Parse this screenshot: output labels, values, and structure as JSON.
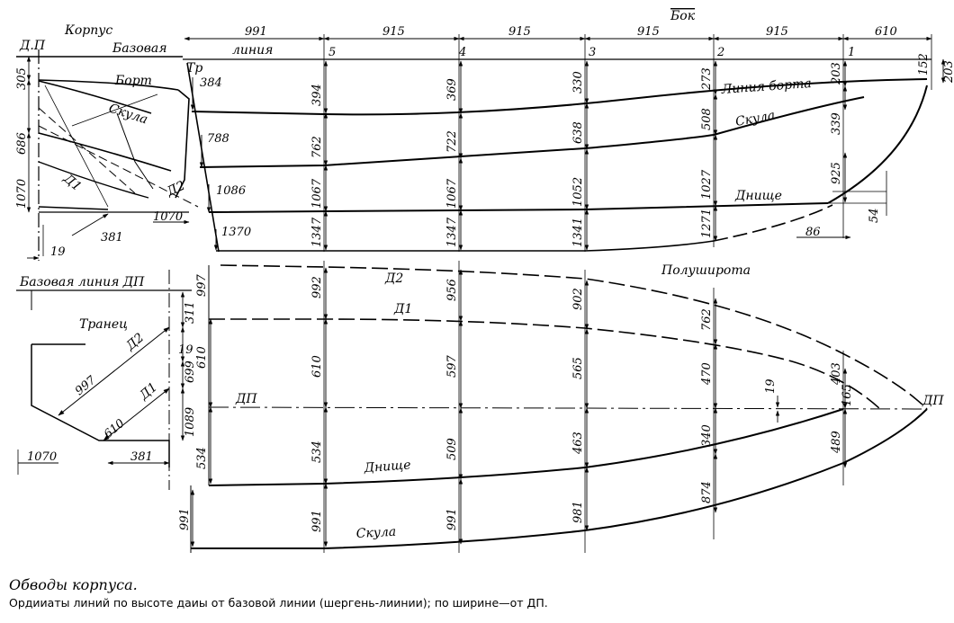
{
  "views": {
    "body_plan": {
      "title": "Корпус",
      "label_dp": "Д.П",
      "label_baseline": "Базовая",
      "labels": {
        "bort": "Борт",
        "skula": "Скула",
        "d1": "Д1",
        "d2": "Д2"
      },
      "dims": {
        "h305": "305",
        "h686": "686",
        "h1070": "1070",
        "w1070": "1070",
        "w381": "381",
        "w19": "19"
      }
    },
    "side_view": {
      "title": "Бок",
      "baseline_word": "линия",
      "label_tr": "Тр",
      "stations": [
        "5",
        "4",
        "3",
        "2",
        "1"
      ],
      "spacing_dims": [
        "991",
        "915",
        "915",
        "915",
        "915",
        "610"
      ],
      "transom_dims": [
        "384",
        "788",
        "1086",
        "1370"
      ],
      "bort_heights": [
        "394",
        "369",
        "330",
        "273",
        "203"
      ],
      "bort_stem_dims": [
        "152",
        "203"
      ],
      "skula_heights": [
        "762",
        "722",
        "638",
        "508",
        "339"
      ],
      "dnishche_heights": [
        "1067",
        "1067",
        "1052",
        "1027",
        "925"
      ],
      "keel_heights": [
        "1347",
        "1347",
        "1341",
        "1271"
      ],
      "stem_dims": [
        "86",
        "54"
      ],
      "labels": {
        "bort": "Линия борта",
        "skula": "Скула",
        "dnishche": "Днище"
      }
    },
    "transom_view": {
      "title": "Базовая  линия  ДП",
      "label_transom": "Транец",
      "labels": {
        "d1": "Д1",
        "d2": "Д2"
      },
      "dims": {
        "d2_len": "997",
        "d1_len": "610",
        "v311": "311",
        "v19": "19",
        "v699": "699",
        "v1089": "1089",
        "w381": "381",
        "w1070": "1070"
      }
    },
    "plan_view": {
      "title": "Полуширота",
      "label_dp": "ДП",
      "d2_widths": [
        "997",
        "992",
        "956",
        "902",
        "762"
      ],
      "d1_widths": [
        "610",
        "610",
        "597",
        "565",
        "470",
        "403"
      ],
      "v19": "19",
      "stem_offset": "165",
      "dnishche_widths": [
        "534",
        "534",
        "509",
        "463",
        "340",
        "489"
      ],
      "skula_widths": [
        "991",
        "991",
        "991",
        "981",
        "874"
      ],
      "labels": {
        "d2": "Д2",
        "d1": "Д1",
        "dnishche": "Днище",
        "skula": "Скула"
      }
    }
  },
  "caption": {
    "title": "Обводы корпуса.",
    "note": "Ордииаты линий по высоте даиы от базовой линии (шергень-лиинии); по ширине—от ДП."
  }
}
